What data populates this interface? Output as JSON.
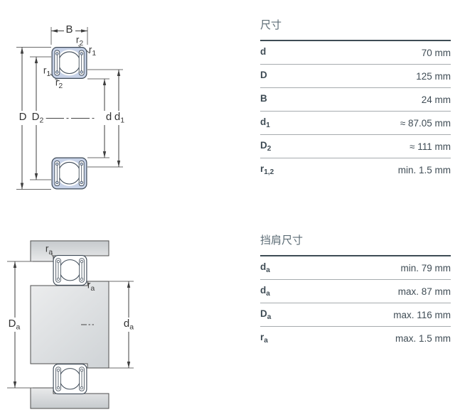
{
  "page": {
    "background": "#ffffff"
  },
  "figure1": {
    "name": "bearing-cross-section-drawing",
    "ring_fill_color": "#c8d3e8",
    "outline_color": "#3e4a57",
    "labels": {
      "B": {
        "base": "B",
        "sub": ""
      },
      "r2_top": {
        "base": "r",
        "sub": "2"
      },
      "r1_right": {
        "base": "r",
        "sub": "1"
      },
      "r1_left": {
        "base": "r",
        "sub": "1"
      },
      "r2_left": {
        "base": "r",
        "sub": "2"
      },
      "D": {
        "base": "D",
        "sub": ""
      },
      "D2": {
        "base": "D",
        "sub": "2"
      },
      "d": {
        "base": "d",
        "sub": ""
      },
      "d1": {
        "base": "d",
        "sub": "1"
      }
    }
  },
  "figure2": {
    "name": "bearing-abutment-drawing",
    "steel_light_color": "#ecedee",
    "steel_dark_color": "#cfd3d6",
    "labels": {
      "ra_top": {
        "base": "r",
        "sub": "a"
      },
      "ra_mid": {
        "base": "r",
        "sub": "a"
      },
      "Da": {
        "base": "D",
        "sub": "a"
      },
      "da": {
        "base": "d",
        "sub": "a"
      }
    }
  },
  "tables": [
    {
      "title": "尺寸",
      "rows": [
        {
          "label": "d",
          "sub": "",
          "value": "70 mm"
        },
        {
          "label": "D",
          "sub": "",
          "value": "125 mm"
        },
        {
          "label": "B",
          "sub": "",
          "value": "24 mm"
        },
        {
          "label": "d",
          "sub": "1",
          "value": "≈ 87.05 mm"
        },
        {
          "label": "D",
          "sub": "2",
          "value": "≈ 111 mm"
        },
        {
          "label": "r",
          "sub": "1,2",
          "value": "min. 1.5 mm"
        }
      ]
    },
    {
      "title": "挡肩尺寸",
      "rows": [
        {
          "label": "d",
          "sub": "a",
          "value": "min. 79 mm"
        },
        {
          "label": "d",
          "sub": "a",
          "value": "max. 87 mm"
        },
        {
          "label": "D",
          "sub": "a",
          "value": "max. 116 mm"
        },
        {
          "label": "r",
          "sub": "a",
          "value": "max. 1.5 mm"
        }
      ]
    }
  ],
  "style": {
    "table_title_color": "#5d6d76",
    "table_text_color": "#3f4c55",
    "table_top_border_color": "#3e4c55",
    "row_divider_color": "#a6abae",
    "dimension_line_color": "#3f3f3f"
  }
}
